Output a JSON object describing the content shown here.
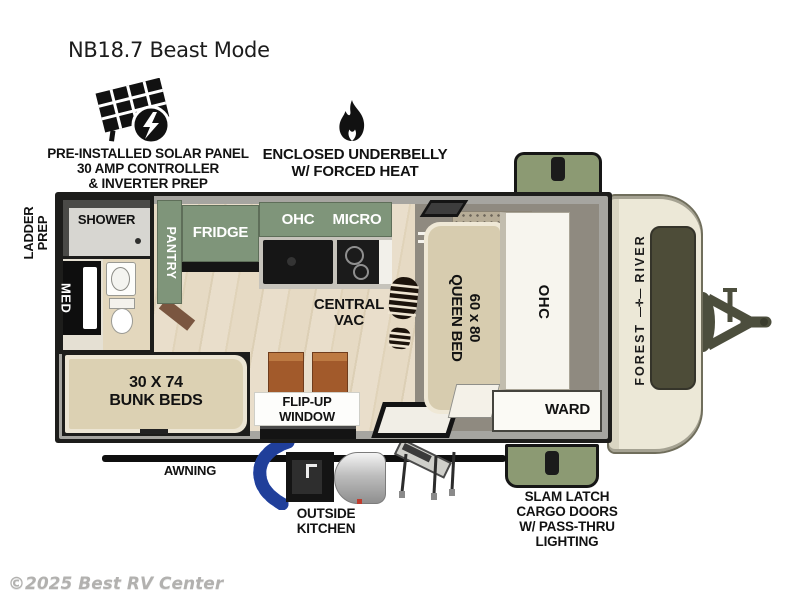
{
  "title": "NB18.7 Beast Mode",
  "watermark": "©2025 Best RV Center",
  "callouts": {
    "solar": {
      "line1": "PRE-INSTALLED SOLAR PANEL",
      "line2": "30 AMP CONTROLLER",
      "line3": "& INVERTER PREP"
    },
    "underbelly": {
      "line1": "ENCLOSED UNDERBELLY",
      "line2": "W/ FORCED HEAT"
    },
    "ladder_prep": {
      "line1": "LADDER",
      "line2": "PREP"
    },
    "awning": "AWNING",
    "outside_kitchen": {
      "line1": "OUTSIDE",
      "line2": "KITCHEN"
    },
    "cargo_doors": {
      "line1": "SLAM LATCH",
      "line2": "CARGO DOORS",
      "line3": "W/ PASS-THRU",
      "line4": "LIGHTING"
    }
  },
  "floorplan": {
    "shower": "SHOWER",
    "med": "MED",
    "pantry": "PANTRY",
    "fridge": "FRIDGE",
    "kitchen_ohc": "OHC",
    "micro": "MICRO",
    "central_vac": {
      "line1": "CENTRAL",
      "line2": "VAC"
    },
    "queen_bed": {
      "line1": "60 x 80",
      "line2": "QUEEN BED"
    },
    "front_ohc": "OHC",
    "ward": "WARD",
    "bunk_beds": {
      "line1": "30 X 74",
      "line2": "BUNK BEDS"
    },
    "flip_up_window": {
      "line1": "FLIP-UP",
      "line2": "WINDOW"
    }
  },
  "brand": {
    "first": "FOREST",
    "second": "RIVER",
    "emblem": "—✛—"
  },
  "colors": {
    "cabinet_green": "#7f957a",
    "cargo_door_green": "#8c9a73",
    "wood_floor": "#e7dcc4",
    "bed_tan": "#d7ccaf",
    "wall_gray": "#a6a5a0",
    "outline_black": "#1d1d1b",
    "front_cap_cream": "#ece8d7",
    "stool_brown": "#a25a2b",
    "hose_blue": "#3b62cc"
  }
}
